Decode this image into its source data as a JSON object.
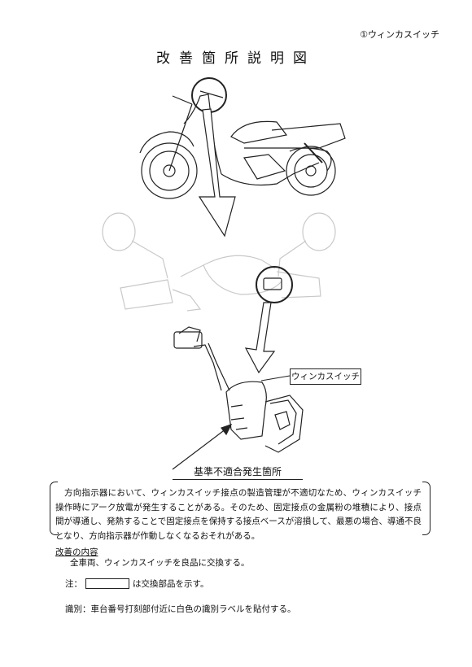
{
  "header": {
    "label": "①ウィンカスイッチ"
  },
  "title": "改善箇所説明図",
  "callout": {
    "label": "ウィンカスイッチ"
  },
  "defect_label": "基準不適合発生箇所",
  "description": "方向指示器において、ウィンカスイッチ接点の製造管理が不適切なため、ウィンカスイッチ操作時にアーク放電が発生することがある。そのため、固定接点の金属粉の堆積により、接点間が導通し、発熱することで固定接点を保持する接点ベースが溶損して、最悪の場合、導通不良となり、方向指示器が作動しなくなるおそれがある。",
  "improvement": {
    "heading": "改善の内容",
    "body": "全車両、ウィンカスイッチを良品に交換する。"
  },
  "note": {
    "prefix": "注：",
    "suffix": "は交換部品を示す。"
  },
  "identification": "識別：車台番号打刻部付近に白色の識別ラベルを貼付する。"
}
